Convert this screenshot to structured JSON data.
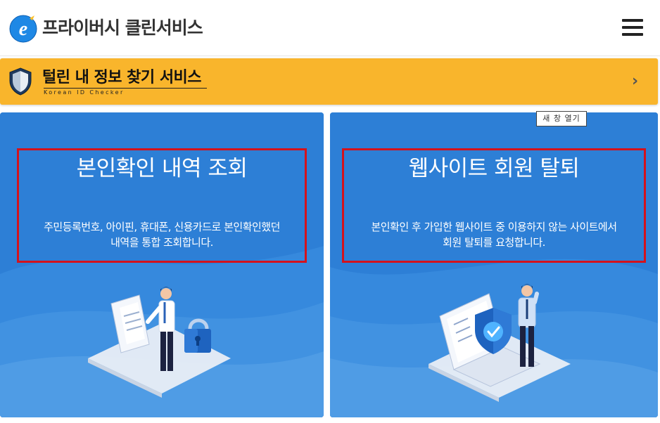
{
  "header": {
    "title": "프라이버시 클린서비스",
    "logo_icon": "e-logo-icon",
    "menu_icon": "hamburger-menu-icon"
  },
  "banner": {
    "title": "털린 내 정보 찾기 서비스",
    "subtitle": "Korean ID Checker",
    "arrow": "›"
  },
  "cards": [
    {
      "title": "본인확인 내역 조회",
      "description_line1": "주민등록번호, 아이핀, 휴대폰, 신용카드로 본인확인했던",
      "description_line2": "내역을 통합 조회합니다."
    },
    {
      "title": "웹사이트 회원 탈퇴",
      "description_line1": "본인확인 후 가입한 웹사이트 중 이용하지 않는 사이트에서",
      "description_line2": "회원 탈퇴를 요청합니다."
    }
  ],
  "tooltip": "새 창 열기",
  "colors": {
    "banner": "#f9b52c",
    "card": "#2d7fd6",
    "highlight": "#d4121c"
  }
}
